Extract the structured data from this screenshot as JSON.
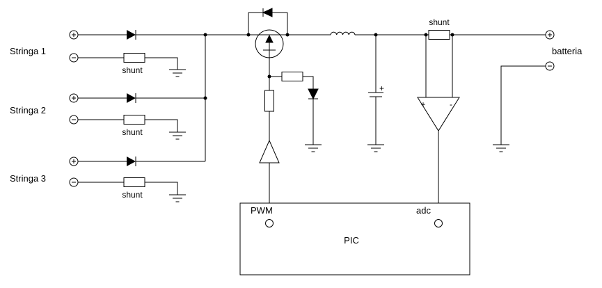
{
  "diagram": {
    "type": "solar-charger-circuit-schematic",
    "background_color": "#ffffff",
    "line_color": "#000000",
    "strings": [
      {
        "label": "Stringa 1",
        "shunt_label": "shunt"
      },
      {
        "label": "Stringa 2",
        "shunt_label": "shunt"
      },
      {
        "label": "Stringa 3",
        "shunt_label": "shunt"
      }
    ],
    "battery": {
      "label": "batteria",
      "shunt_label": "shunt"
    },
    "controller": {
      "label": "PIC",
      "pwm_pin_label": "PWM",
      "adc_pin_label": "adc"
    },
    "opamp": {
      "plus": "+",
      "minus": "-"
    },
    "capacitor": {
      "polarity": "+"
    },
    "terminals": {
      "plus": "+",
      "minus": "-"
    }
  }
}
